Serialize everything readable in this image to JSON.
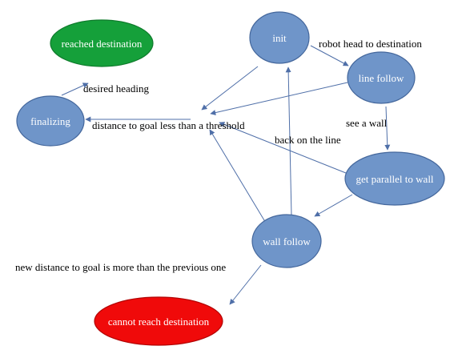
{
  "colors": {
    "state_fill": "#6f95c9",
    "state_stroke": "#44679c",
    "success_fill": "#15a03a",
    "success_stroke": "#0e7a2b",
    "failure_fill": "#f00a0a",
    "failure_stroke": "#b20404",
    "edge": "#4f6fa8"
  },
  "nodes": {
    "init": "init",
    "line_follow": "line follow",
    "get_parallel": "get parallel to wall",
    "wall_follow": "wall follow",
    "finalizing": "finalizing",
    "reached": "reached destination",
    "cannot": "cannot reach destination"
  },
  "edge_labels": {
    "robot_head": "robot head to destination",
    "see_wall": "see a wall",
    "back_on_line": "back on the line",
    "desired_heading": "desired heading",
    "distance_threshold": "distance to goal less than a threshold",
    "new_distance": "new distance to goal is more than the previous one"
  }
}
